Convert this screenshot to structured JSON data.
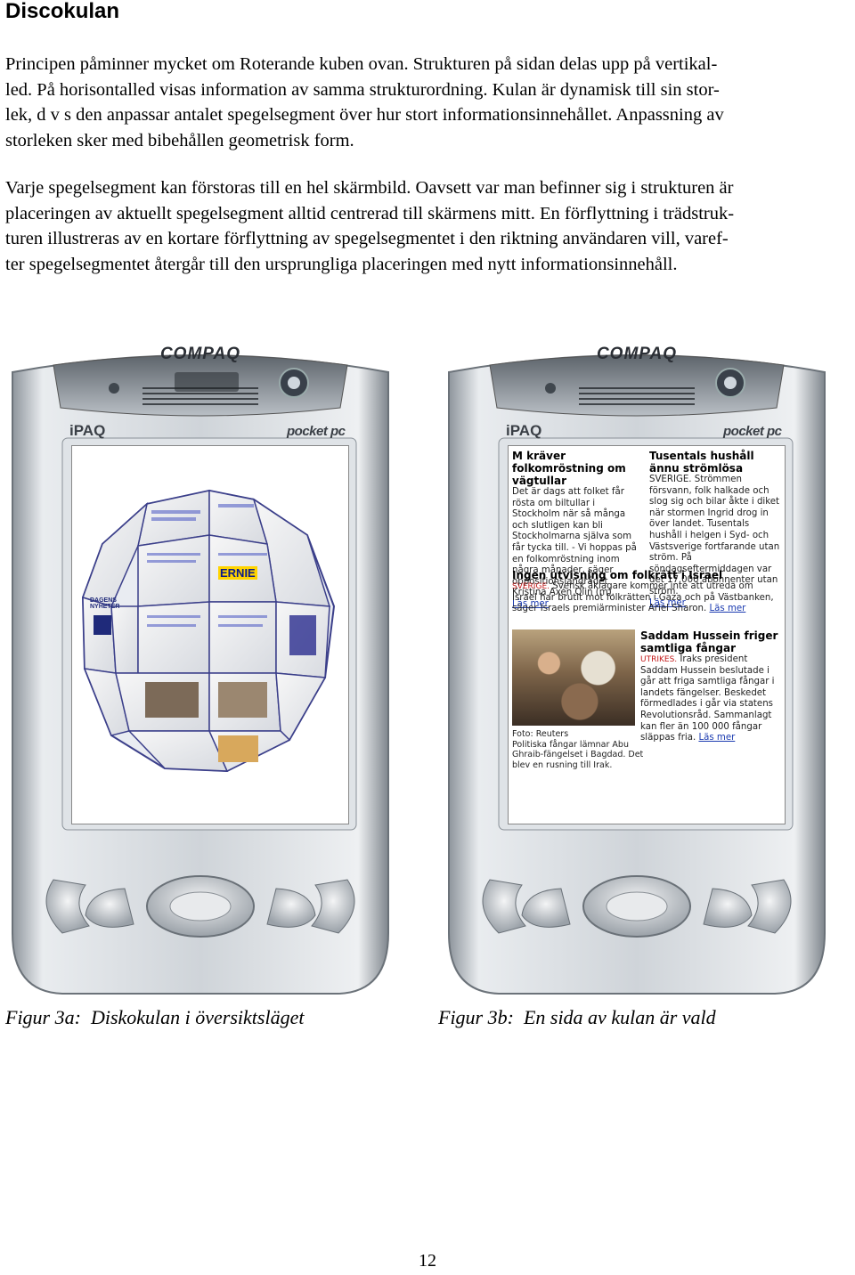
{
  "heading": "Discokulan",
  "paragraph1": [
    "Principen påminner mycket om Roterande kuben ovan. Strukturen på sidan delas upp på vertikal-",
    "led. På horisontalled visas information av samma strukturordning. Kulan är dynamisk till sin stor-",
    "lek, d v s den anpassar antalet spegelsegment över hur stort informationsinnehållet. Anpassning av",
    "storleken sker med bibehållen geometrisk form."
  ],
  "paragraph2": [
    "Varje spegelsegment kan förstoras till en hel skärmbild. Oavsett var man befinner sig i strukturen är",
    "placeringen av aktuellt spegelsegment alltid centrerad till skärmens mitt. En förflyttning i trädstruk-",
    "turen illustreras av en kortare förflyttning av spegelsegmentet i den riktning användaren vill, varef-",
    "ter spegelsegmentet återgår till den ursprungliga placeringen med nytt informationsinnehåll."
  ],
  "device": {
    "brand": "COMPAQ",
    "model": "iPAQ",
    "os": "pocket pc"
  },
  "screen_b": {
    "left_headline": "M kräver folkomröstning om vägtullar",
    "left_text": "Det är dags att folket får rösta om biltullar i Stockholm när så många och slutligen kan bli Stockholmarna själva som får tycka till. - Vi hoppas på en folkomröstning inom några månader, säger oppositionslandrådet Kristina Axén Olin (m).",
    "left_link": "Läs mer",
    "right_headline": "Tusentals hushåll ännu strömlösa",
    "right_text": "SVERIGE. Strömmen försvann, folk halkade och slog sig och bilar åkte i diket när stormen Ingrid drog in över landet. Tusentals hushåll i helgen i Syd- och Västsverige fortfarande utan ström. På söndagseftermiddagen var det 17.000 abonnenter utan ström.",
    "right_link": "Läs mer",
    "mid_headline": "Ingen utvisning om folkrätt i Israel",
    "mid_text_red": "SVERIGE.",
    "mid_text": "Svensk åklagare kommer inte att utreda om Israel har brutit mot folkrätten i Gaza och på Västbanken, säger Israels premiärminister Ariel Sharon.",
    "mid_link": "Läs mer",
    "photo_headline": "Saddam Hussein friger samtliga fångar",
    "photo_text_red": "UTRIKES.",
    "photo_text": "Iraks president Saddam Hussein beslutade i går att friga samtliga fångar i landets fängelser. Beskedet förmedlades i går via statens Revolutionsråd. Sammanlagt kan fler än 100 000 fångar släppas fria.",
    "photo_link": "Läs mer",
    "caption": "Foto: Reuters\nPolitiska fångar lämnar Abu Ghraib-fängelset i Bagdad. Det blev en rusning till Irak."
  },
  "sphere_labels": [
    "DAGENS NYHETER",
    "ERNIE"
  ],
  "caption_a": "Figur 3a:  Diskokulan i översiktsläget",
  "caption_b": "Figur 3b:  En sida av kulan är vald",
  "page_number": "12"
}
